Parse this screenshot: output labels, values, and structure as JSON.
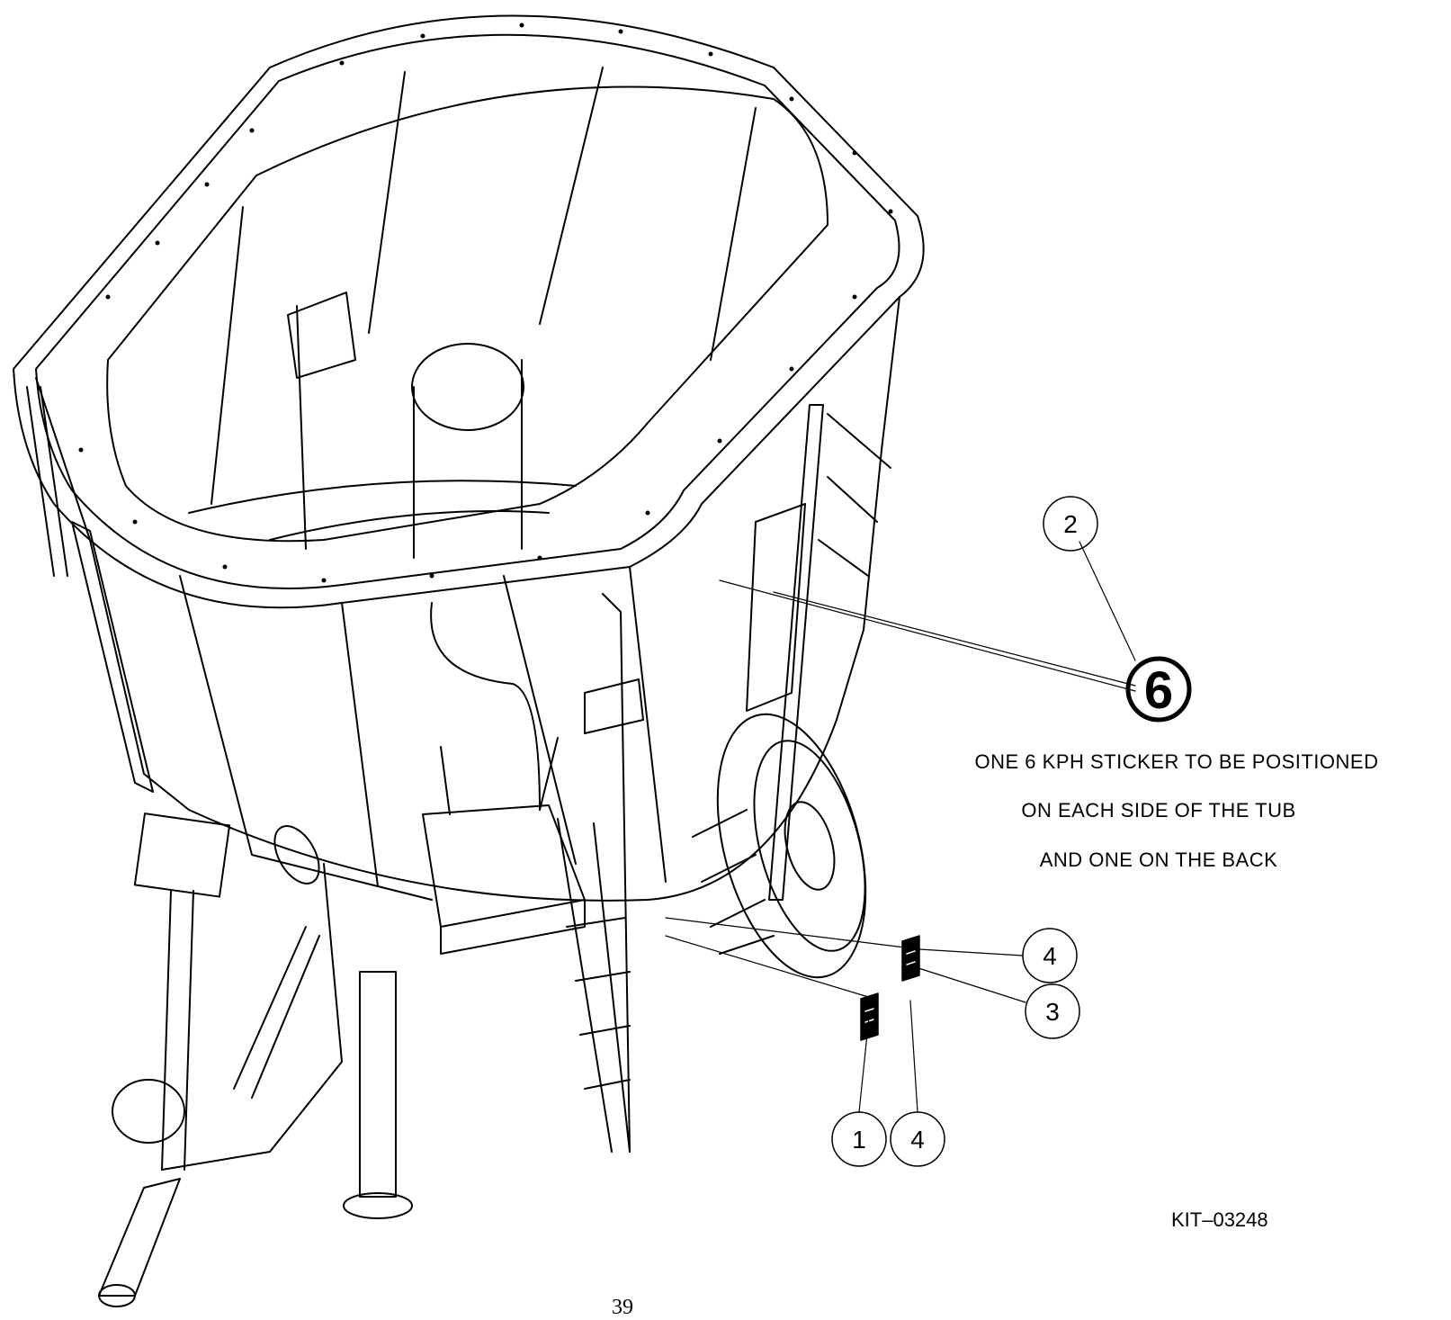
{
  "callouts": [
    {
      "id": "balloon-2",
      "label": "2"
    },
    {
      "id": "balloon-4a",
      "label": "4"
    },
    {
      "id": "balloon-3",
      "label": "3"
    },
    {
      "id": "balloon-1",
      "label": "1"
    },
    {
      "id": "balloon-4b",
      "label": "4"
    }
  ],
  "speed_sticker": "6",
  "note_lines": [
    "ONE 6 KPH STICKER TO BE POSITIONED",
    "ON EACH SIDE OF THE TUB",
    "AND ONE ON THE BACK"
  ],
  "drawing_number": "KIT–03248",
  "page_number": "39",
  "colors": {
    "line": "#000000",
    "background": "#ffffff"
  }
}
